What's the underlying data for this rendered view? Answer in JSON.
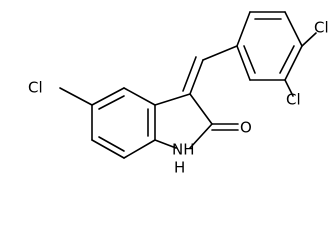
{
  "molecule": {
    "atoms": {
      "cl_left": "Cl",
      "cl_top_right": "Cl",
      "cl_right": "Cl",
      "oxygen": "O",
      "nh": "NH",
      "h": "H"
    }
  }
}
